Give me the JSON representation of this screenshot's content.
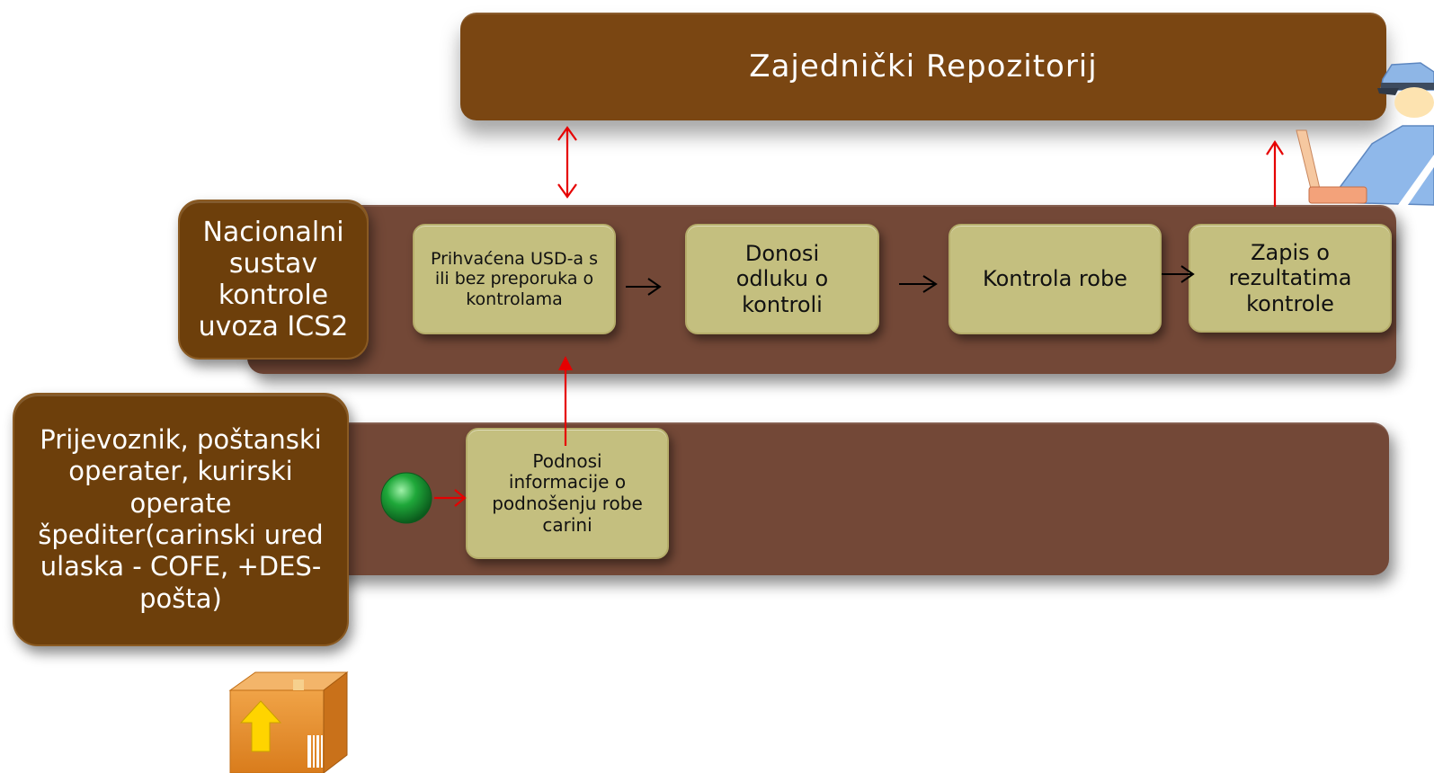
{
  "repository": {
    "label": "Zajednički Repozitorij"
  },
  "national_system": {
    "label": "Nacionalni sustav kontrole uvoza ICS2"
  },
  "carrier": {
    "label": "Prijevoznik, poštanski operater, kurirski operate špediter(carinski ured ulaska - COFE, +DES- pošta)"
  },
  "tasks": [
    "Prihvaćena USD-a s ili bez preporuka o kontrolama",
    "Donosi odluku o kontroli",
    "Kontrola robe",
    "Zapis o rezultatima kontrole"
  ],
  "submit_task": "Podnosi informacije o podnošenju robe carini",
  "colors": {
    "lane": "#734837",
    "pool_label": "#6d3f0b",
    "task_fill": "#c4bf7f",
    "start_event": "#1fa83a",
    "message_arrow": "#e60000",
    "sequence_arrow": "#000000"
  },
  "icons": [
    "customs-officer-icon",
    "package-box-icon",
    "start-event-icon"
  ]
}
